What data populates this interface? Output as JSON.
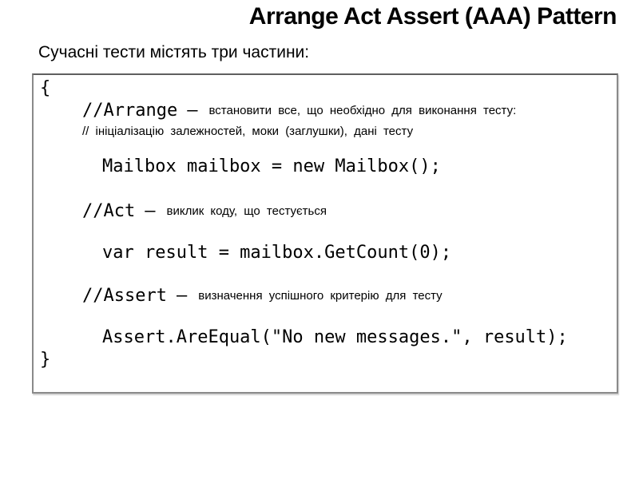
{
  "slide": {
    "title": "Arrange Act Assert (AAA) Pattern",
    "subtitle": "Сучасні тести містять три частини:"
  },
  "code": {
    "open_brace": "{",
    "close_brace": "}",
    "sections": [
      {
        "comment": "//Arrange",
        "dash": "–",
        "annotation": "встановити все, що необхідно для виконання тесту:",
        "detail_comment": "// ініціалізацію залежностей, моки (заглушки), дані тесту",
        "statement": "Mailbox mailbox = new Mailbox();"
      },
      {
        "comment": "//Act",
        "dash": "–",
        "annotation": "виклик коду, що тестується",
        "statement": "var result = mailbox.GetCount(0);"
      },
      {
        "comment": "//Assert",
        "dash": "–",
        "annotation": "визначення успішного критерію для тесту",
        "statement": "Assert.AreEqual(\"No new messages.\", result);"
      }
    ]
  },
  "colors": {
    "text": "#000000",
    "border": "#8a8a8a",
    "background": "#ffffff"
  }
}
